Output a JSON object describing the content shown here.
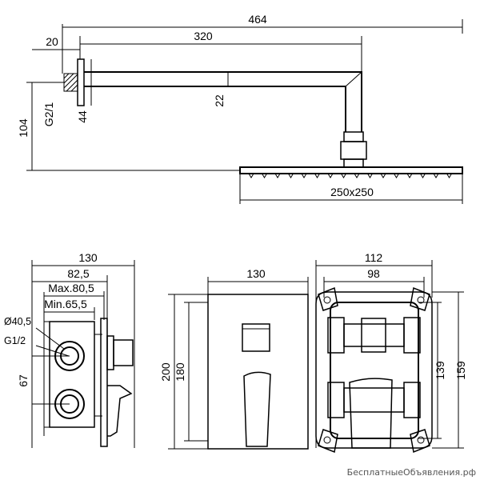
{
  "shower": {
    "dims": {
      "total_length": "464",
      "arm_length": "320",
      "flange_offset": "20",
      "thread": "G2/1",
      "flange_diameter": "44",
      "drop_height": "104",
      "arm_diameter": "22",
      "head_size": "250x250"
    }
  },
  "mixer_side": {
    "dims": {
      "depth": "130",
      "depth_82": "82,5",
      "max_depth": "Max.80,5",
      "min_depth": "Min.65,5",
      "outlet_diameter": "Ø40,5",
      "outlet_thread": "G1/2",
      "outlet_spacing": "67"
    }
  },
  "mixer_front": {
    "dims": {
      "plate_width": "130",
      "plate_height": "200",
      "inner_height": "180"
    }
  },
  "mixer_box": {
    "dims": {
      "outer_width": "112",
      "inner_width": "98",
      "inner_height": "139",
      "outer_height": "159"
    }
  },
  "watermark": "БесплатныеОбъявления.рф"
}
